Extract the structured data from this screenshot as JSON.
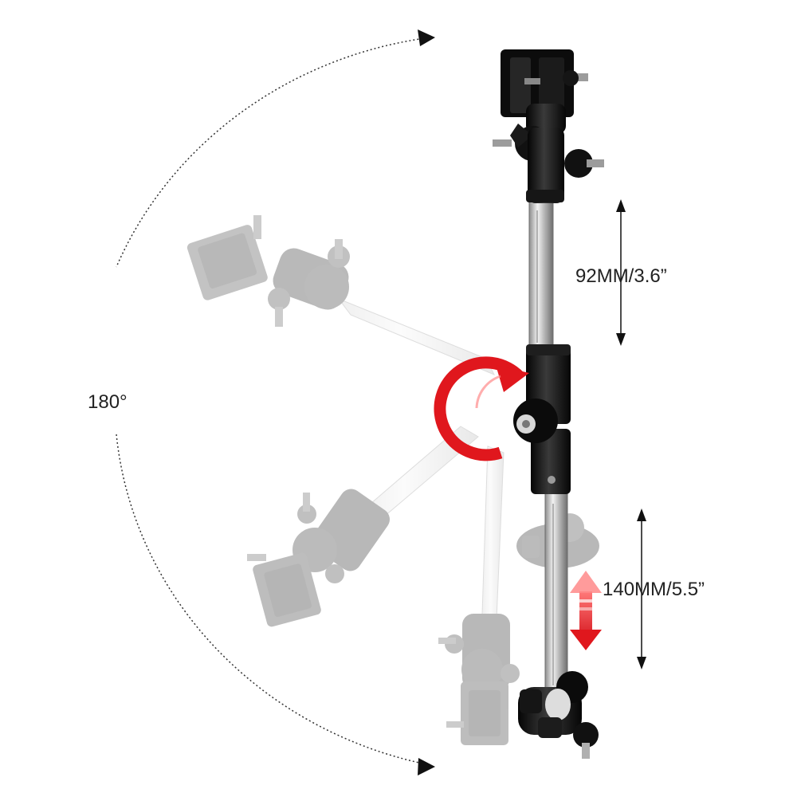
{
  "measurements": {
    "rotation_angle": "180°",
    "upper_extension": "92MM/3.6”",
    "lower_extension": "140MM/5.5”"
  },
  "colors": {
    "background": "#ffffff",
    "mount_black": "#111111",
    "mount_grey_ghost": "#c8c8c8",
    "chrome_tube": "#b9b9b9",
    "arc_line": "#333333",
    "rotate_arrow_red": "#e0171d",
    "adjust_arrow_red": "#e53935"
  },
  "icons": {
    "rotate_arrow": "curved-rotate-arrow-icon",
    "adjust_arrow": "double-vertical-arrow-icon",
    "measure_arrow": "dimension-arrow-icon"
  }
}
